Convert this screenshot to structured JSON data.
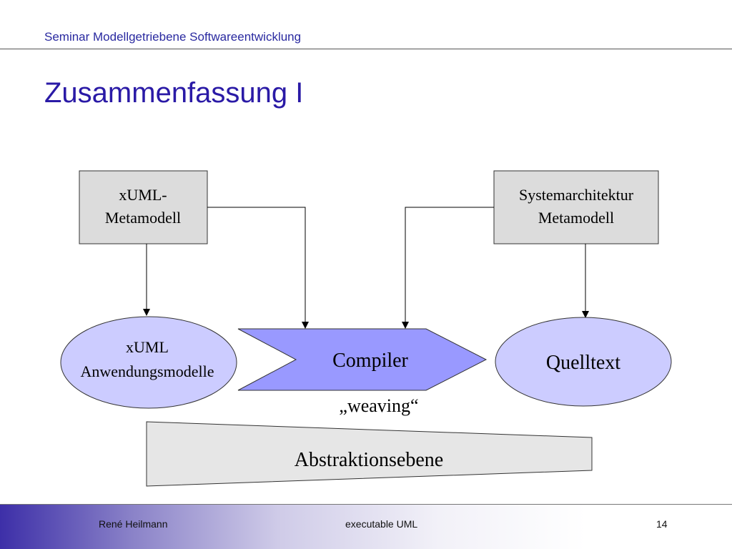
{
  "header": {
    "title": "Seminar Modellgetriebene Softwareentwicklung"
  },
  "slide": {
    "title": "Zusammenfassung I"
  },
  "diagram": {
    "xuml_metamodel": {
      "line1": "xUML-",
      "line2": "Metamodell"
    },
    "sysarch_metamodel": {
      "line1": "Systemarchitektur",
      "line2": "Metamodell"
    },
    "xuml_models": {
      "line1": "xUML",
      "line2": "Anwendungsmodelle"
    },
    "compiler": {
      "label": "Compiler"
    },
    "source_code": {
      "label": "Quelltext"
    },
    "weaving": {
      "label": "„weaving“"
    },
    "abstraction": {
      "label": "Abstraktionsebene"
    },
    "colors": {
      "box_fill": "#dcdcdc",
      "ellipse_fill": "#ccccff",
      "compiler_fill": "#9999ff",
      "abstraction_fill": "#e6e6e6"
    }
  },
  "footer": {
    "author": "René Heilmann",
    "topic": "executable UML",
    "page": "14"
  }
}
